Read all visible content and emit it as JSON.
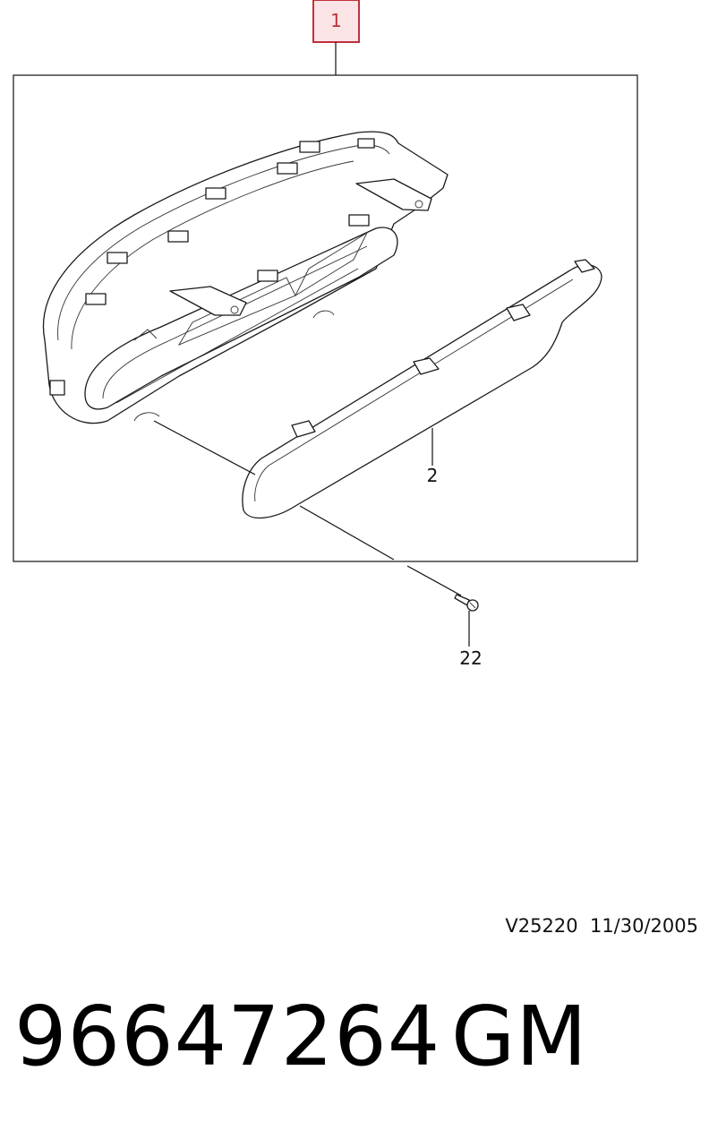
{
  "callouts": {
    "main": "1",
    "bezel": "2",
    "screw": "22"
  },
  "reference": {
    "code": "V25220",
    "date": "11/30/2005"
  },
  "part_number": "96647264",
  "brand": "GM",
  "colors": {
    "callout_box_border": "#c0303a",
    "callout_box_fill": "#fbe4e6",
    "line": "#111111"
  }
}
